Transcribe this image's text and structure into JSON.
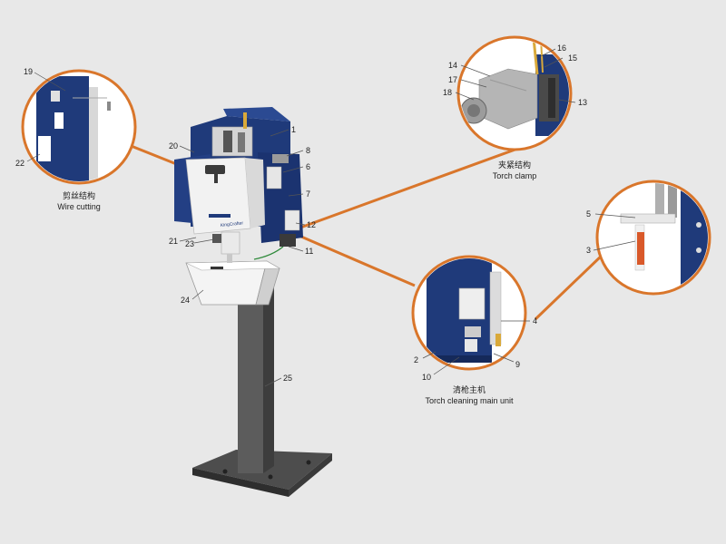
{
  "callouts": {
    "wire_cutting": {
      "title_cn": "剪丝结构",
      "title_en": "Wire cutting"
    },
    "torch_clamp": {
      "title_cn": "夹紧结构",
      "title_en": "Torch clamp"
    },
    "main_unit": {
      "title_cn": "清枪主机",
      "title_en": "Torch cleaning main unit"
    }
  },
  "part_numbers": {
    "n1": "1",
    "n2": "2",
    "n3": "3",
    "n4": "4",
    "n5": "5",
    "n6": "6",
    "n7": "7",
    "n8": "8",
    "n9": "9",
    "n10": "10",
    "n11": "11",
    "n12": "12",
    "n13": "13",
    "n14": "14",
    "n15": "15",
    "n16": "16",
    "n17": "17",
    "n18": "18",
    "n19": "19",
    "n20": "20",
    "n21": "21",
    "n22": "22",
    "n23": "23",
    "n24": "24",
    "n25": "25"
  },
  "labels": {
    "brand": "KingCrafter"
  },
  "colors": {
    "background": "#e8e8e8",
    "accent_orange": "#d9762b",
    "body_blue": "#1f3a7a",
    "panel_white": "#f2f2f2",
    "stand_gray": "#5a5a5a"
  }
}
